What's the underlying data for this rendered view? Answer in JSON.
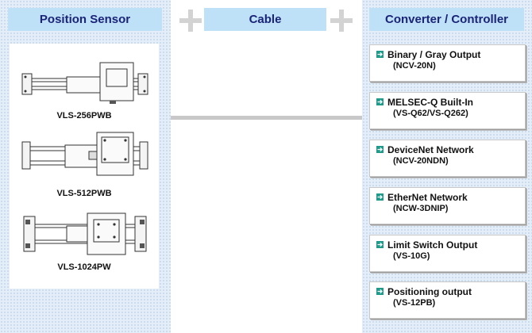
{
  "headers": {
    "position_sensor": "Position Sensor",
    "cable": "Cable",
    "converter_controller": "Converter / Controller"
  },
  "sensors": [
    {
      "label": "VLS-256PWB"
    },
    {
      "label": "VLS-512PWB"
    },
    {
      "label": "VLS-1024PW"
    }
  ],
  "converters": [
    {
      "title": "Binary / Gray Output",
      "code": "(NCV-20N)"
    },
    {
      "title": "MELSEC-Q Built-In",
      "code": "(VS-Q62/VS-Q262)"
    },
    {
      "title": "DeviceNet Network",
      "code": "(NCV-20NDN)"
    },
    {
      "title": "EtherNet Network",
      "code": "(NCW-3DNIP)"
    },
    {
      "title": "Limit Switch Output",
      "code": "(VS-10G)"
    },
    {
      "title": "Positioning output",
      "code": "(VS-12PB)"
    }
  ],
  "colors": {
    "header_bg": "#bfe1f7",
    "header_text": "#1a2478",
    "panel_bg": "#e3eef9",
    "arrow_icon": "#1f9a8b"
  }
}
